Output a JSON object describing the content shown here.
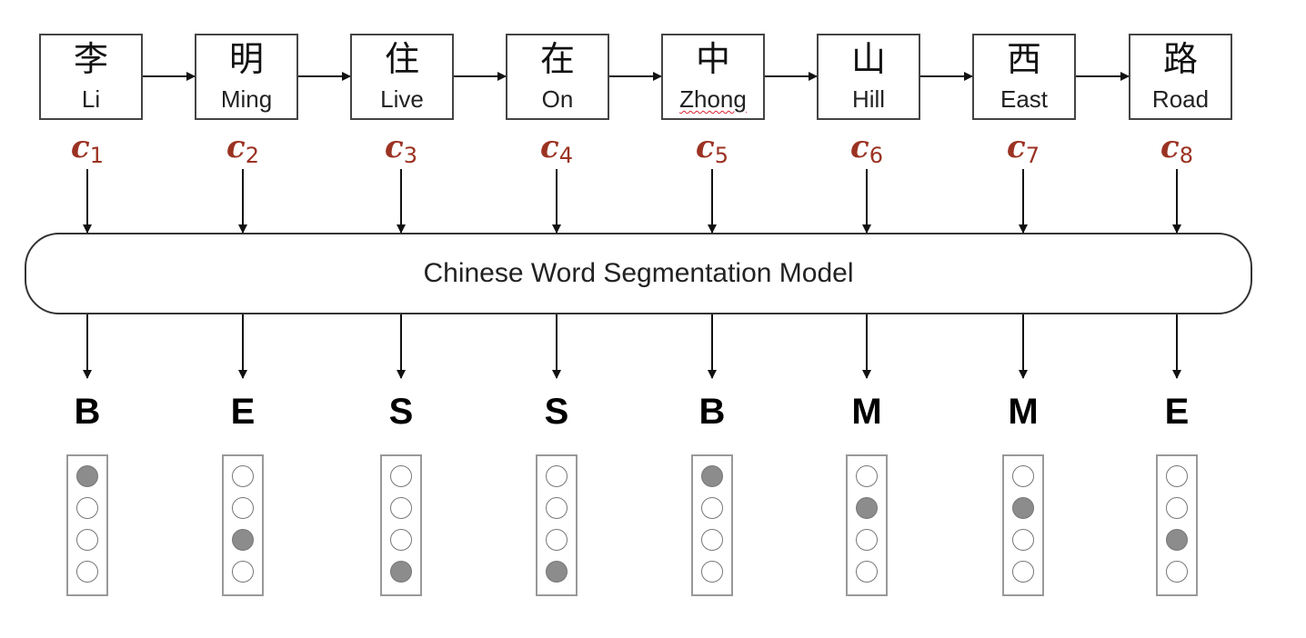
{
  "characters": [
    {
      "hanzi": "李",
      "gloss": "Li",
      "var": "c",
      "idx": "1"
    },
    {
      "hanzi": "明",
      "gloss": "Ming",
      "var": "c",
      "idx": "2"
    },
    {
      "hanzi": "住",
      "gloss": "Live",
      "var": "c",
      "idx": "3"
    },
    {
      "hanzi": "在",
      "gloss": "On",
      "var": "c",
      "idx": "4"
    },
    {
      "hanzi": "中",
      "gloss": "Zhong",
      "var": "c",
      "idx": "5"
    },
    {
      "hanzi": "山",
      "gloss": "Hill",
      "var": "c",
      "idx": "6"
    },
    {
      "hanzi": "西",
      "gloss": "East",
      "var": "c",
      "idx": "7"
    },
    {
      "hanzi": "路",
      "gloss": "Road",
      "var": "c",
      "idx": "8"
    }
  ],
  "model": {
    "label": "Chinese Word Segmentation Model"
  },
  "tags": [
    "B",
    "E",
    "S",
    "S",
    "B",
    "M",
    "M",
    "E"
  ],
  "onehot_active_index": [
    0,
    2,
    3,
    3,
    0,
    1,
    1,
    2
  ],
  "colors": {
    "variable": "#9b3222",
    "active_dot": "#8c8c8c"
  }
}
